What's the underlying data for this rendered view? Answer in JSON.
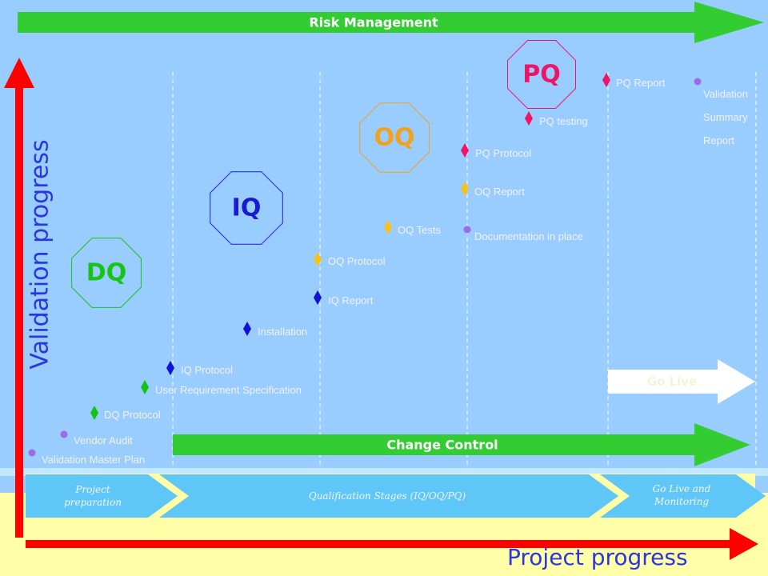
{
  "risk_management": "Risk Management",
  "change_control": "Change Control",
  "go_live": "Go Live",
  "axis": {
    "y": "Validation progress",
    "x": "Project progress"
  },
  "stages": [
    {
      "id": "dq",
      "label": "DQ",
      "color": "#17C517"
    },
    {
      "id": "iq",
      "label": "IQ",
      "color": "#1A1AD6"
    },
    {
      "id": "oq",
      "label": "OQ",
      "color": "#F3A21E"
    },
    {
      "id": "pq",
      "label": "PQ",
      "color": "#EE1566"
    }
  ],
  "milestones": [
    {
      "label": "Validation Master Plan",
      "marker": "dot",
      "color": "#9B6BEA"
    },
    {
      "label": "Vendor Audit",
      "marker": "dot",
      "color": "#9B6BEA"
    },
    {
      "label": "DQ Protocol",
      "marker": "diamond",
      "color": "#14C214"
    },
    {
      "label": "User Requirement Specification",
      "marker": "diamond",
      "color": "#14C214"
    },
    {
      "label": "IQ Protocol",
      "marker": "diamond",
      "color": "#1212D4"
    },
    {
      "label": "Installation",
      "marker": "diamond",
      "color": "#1212D4"
    },
    {
      "label": "IQ Report",
      "marker": "diamond",
      "color": "#1212D4"
    },
    {
      "label": "OQ Protocol",
      "marker": "diamond",
      "color": "#F8C21A"
    },
    {
      "label": "OQ Tests",
      "marker": "diamond",
      "color": "#F8C21A"
    },
    {
      "label": "Documentation in place",
      "marker": "dot",
      "color": "#9B6BEA"
    },
    {
      "label": "OQ Report",
      "marker": "diamond",
      "color": "#F8C21A"
    },
    {
      "label": "PQ Protocol",
      "marker": "diamond",
      "color": "#EE1566"
    },
    {
      "label": "PQ testing",
      "marker": "diamond",
      "color": "#EE1566"
    },
    {
      "label": "PQ Report",
      "marker": "diamond",
      "color": "#EE1566"
    },
    {
      "label": "Validation Summary Report",
      "marker": "dot",
      "color": "#9B6BEA"
    }
  ],
  "phases": [
    {
      "label": "Project preparation"
    },
    {
      "label": "Qualification Stages (IQ/OQ/PQ)"
    },
    {
      "label": "Go Live and Monitoring"
    }
  ],
  "colors": {
    "background_top": "#99CCFF",
    "background_bottom": "#FFFFA8",
    "arrow_green": "#33CC33",
    "axis_red": "#FF0000",
    "phase_blue": "#5FC7F7"
  }
}
